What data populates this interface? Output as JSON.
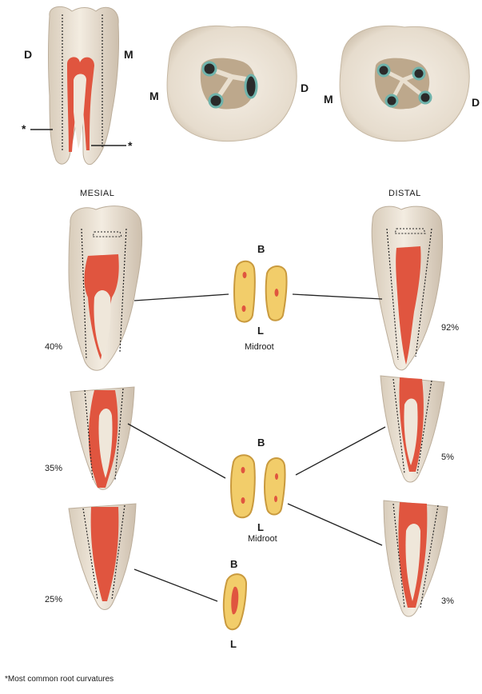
{
  "labels": {
    "top_tooth_distal": "D",
    "top_tooth_mesial": "M",
    "star_left": "*",
    "star_right": "*",
    "occlusal1_mesial": "M",
    "occlusal1_distal": "D",
    "occlusal2_mesial": "M",
    "occlusal2_distal": "D",
    "mesial_view": "MESIAL",
    "distal_view": "DISTAL"
  },
  "mesial_percentages": [
    "40%",
    "35%",
    "25%"
  ],
  "distal_percentages": [
    "92%",
    "5%",
    "3%"
  ],
  "cross_sections": [
    {
      "buccal": "B",
      "lingual": "L",
      "caption": "Midroot"
    },
    {
      "buccal": "B",
      "lingual": "L",
      "caption": "Midroot"
    },
    {
      "buccal": "B",
      "lingual": "L"
    }
  ],
  "footnote": "*Most common root curvatures",
  "colors": {
    "tooth_fill": "#ece3d6",
    "tooth_shadow": "#cfc3b3",
    "canal": "#e0553f",
    "root_section": "#f2cd6a",
    "root_section_edge": "#c99a3e",
    "pulp_chamber": "#bda88c",
    "orifice_ring": "#6fb3ab"
  }
}
